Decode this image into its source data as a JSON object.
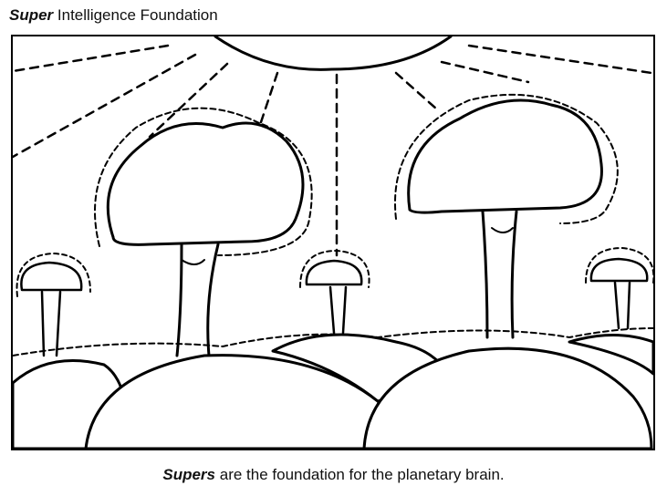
{
  "header": {
    "brand_bold": "Super",
    "brand_rest": " Intelligence Foundation"
  },
  "caption": {
    "bold": "Supers",
    "rest": " are the foundation for the planetary brain."
  },
  "colors": {
    "line": "#000000",
    "background": "#ffffff"
  },
  "illustration": {
    "icons": [
      "sun-icon",
      "tree-icon",
      "hill-icon"
    ]
  }
}
